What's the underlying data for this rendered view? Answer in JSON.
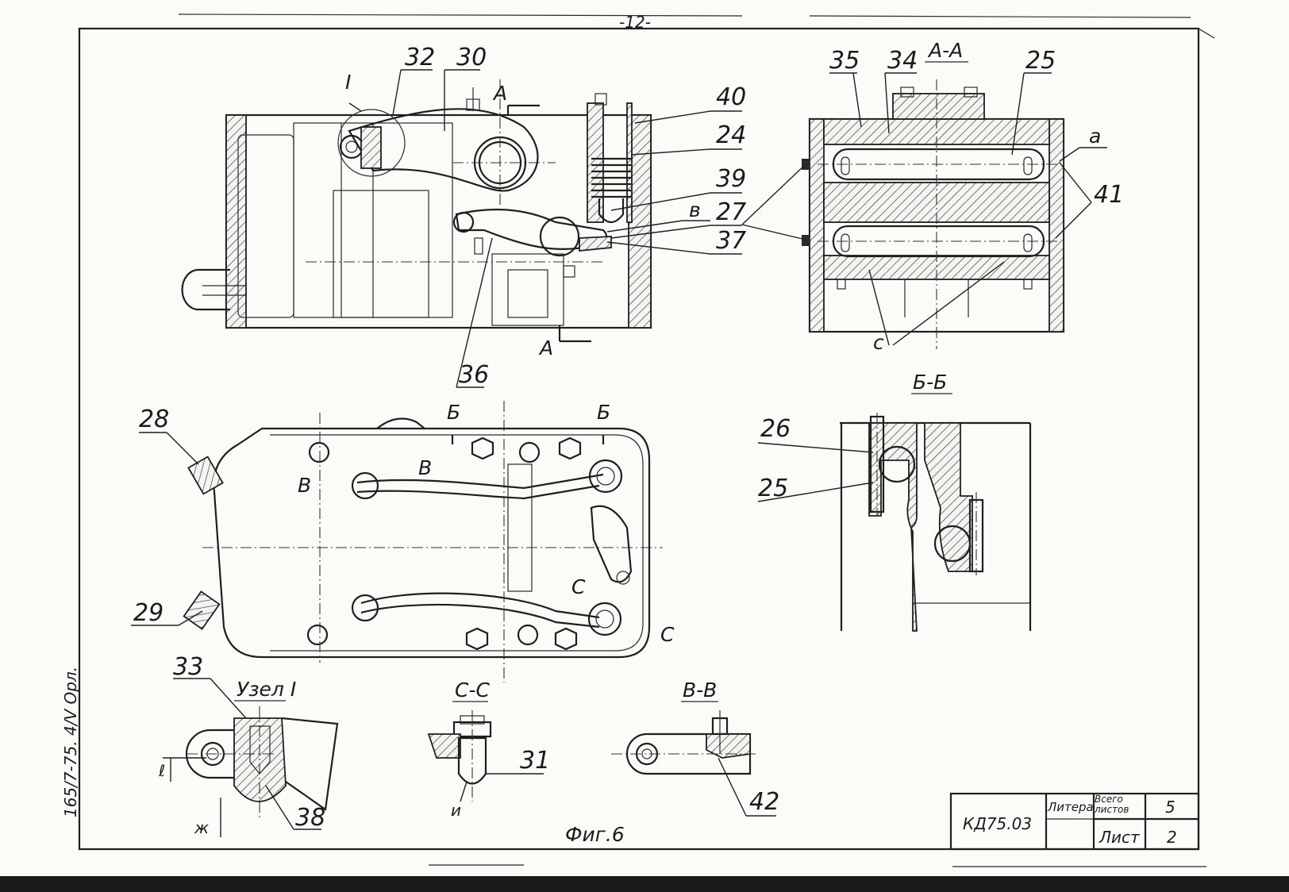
{
  "page_number": "-12-",
  "figure_caption": "Фиг.6",
  "side_note": "165/7-75. 4/V Орл.",
  "views": {
    "main": {
      "detail_marker": "I",
      "section_marks": [
        "A",
        "A"
      ],
      "callout_b": "в",
      "callouts": [
        "32",
        "30",
        "40",
        "24",
        "39",
        "27",
        "37",
        "36"
      ]
    },
    "section_aa": {
      "title": "А-А",
      "callouts": [
        "35",
        "34",
        "25",
        "а",
        "41",
        "с"
      ]
    },
    "plan": {
      "cut_b": [
        "Б",
        "Б"
      ],
      "cut_v": [
        "В",
        "В"
      ],
      "cut_c": [
        "С",
        "С"
      ],
      "callouts": [
        "28",
        "29"
      ]
    },
    "section_bb": {
      "title": "Б-Б",
      "callouts": [
        "26",
        "25"
      ]
    },
    "node_1": {
      "title": "Узел I",
      "callouts": [
        "33",
        "38"
      ],
      "dims": [
        "ℓ",
        "ж"
      ]
    },
    "section_cc": {
      "title": "С-С",
      "callouts": [
        "31",
        "и"
      ]
    },
    "section_vv": {
      "title": "В-В",
      "callouts": [
        "42"
      ]
    }
  },
  "title_block": {
    "doc_code": "КД75.03",
    "litera": "Литера",
    "sheets_total_label": "Всего листов",
    "sheets_total": "5",
    "sheet_label": "Лист",
    "sheet": "2"
  }
}
